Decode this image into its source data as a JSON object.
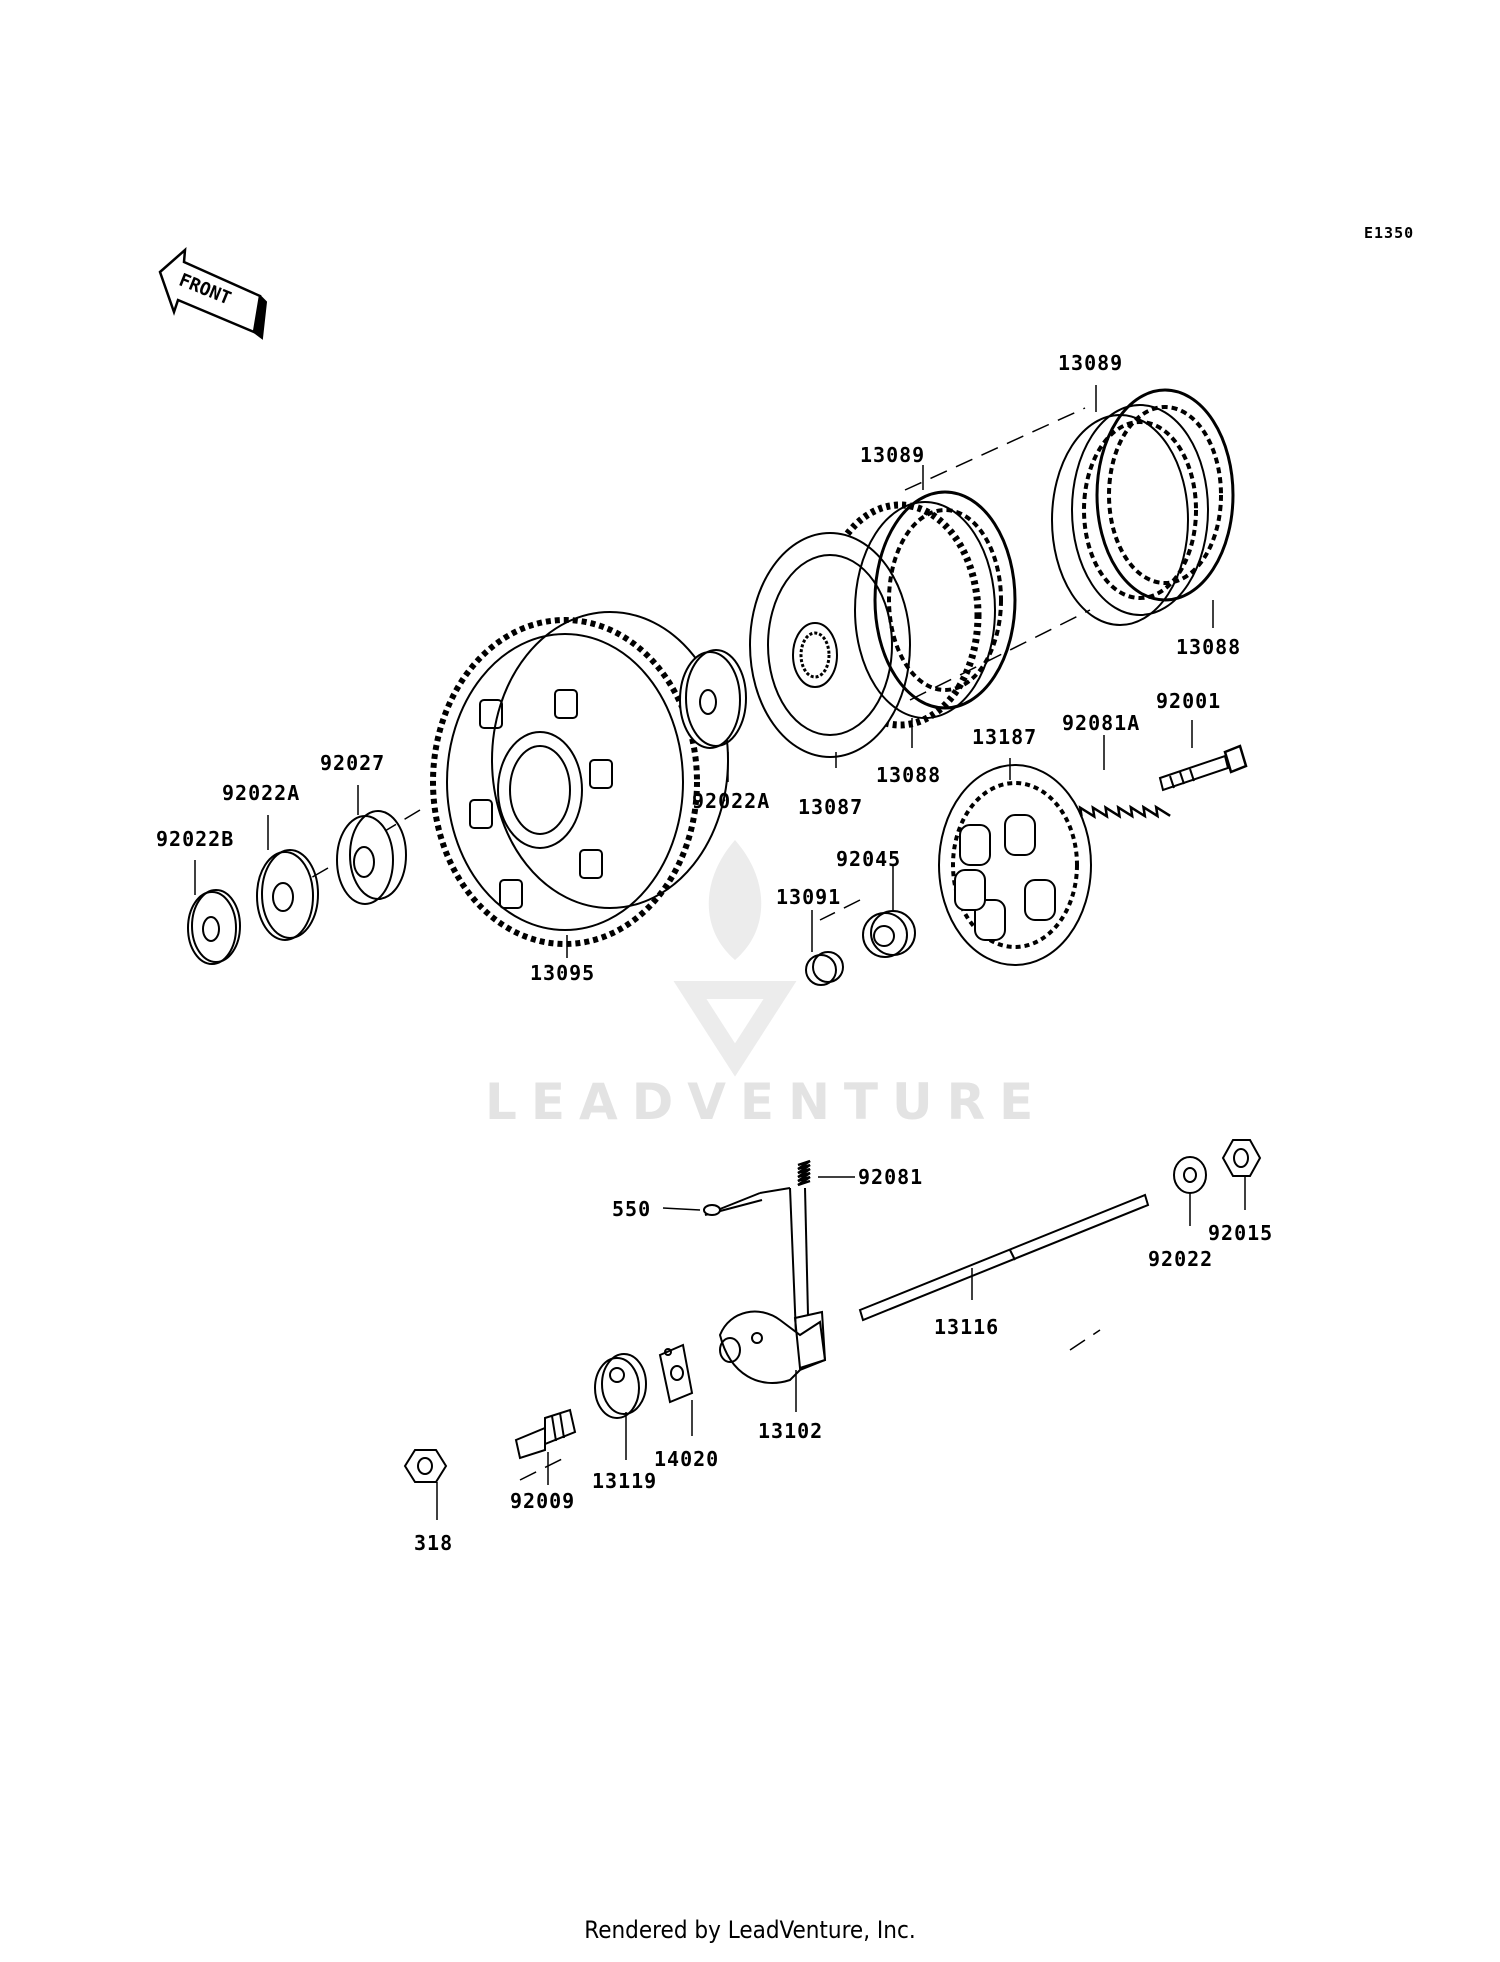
{
  "diagram_code": "E1350",
  "front_arrow_text": "FRONT",
  "watermark": "LEADVENTURE",
  "footer": "Rendered by LeadVenture, Inc.",
  "labels": {
    "p13089_top": "13089",
    "p13089_mid": "13089",
    "p13088_right": "13088",
    "p13088_mid": "13088",
    "p13087": "13087",
    "p92022A_mid": "92022A",
    "p92022A_left": "92022A",
    "p92027": "92027",
    "p92022B": "92022B",
    "p13095": "13095",
    "p92001": "92001",
    "p92081A": "92081A",
    "p13187": "13187",
    "p92045": "92045",
    "p13091": "13091",
    "p550": "550",
    "p92081": "92081",
    "p92022": "92022",
    "p92015": "92015",
    "p13116": "13116",
    "p13102": "13102",
    "p14020": "14020",
    "p13119": "13119",
    "p92009": "92009",
    "p318": "318"
  }
}
